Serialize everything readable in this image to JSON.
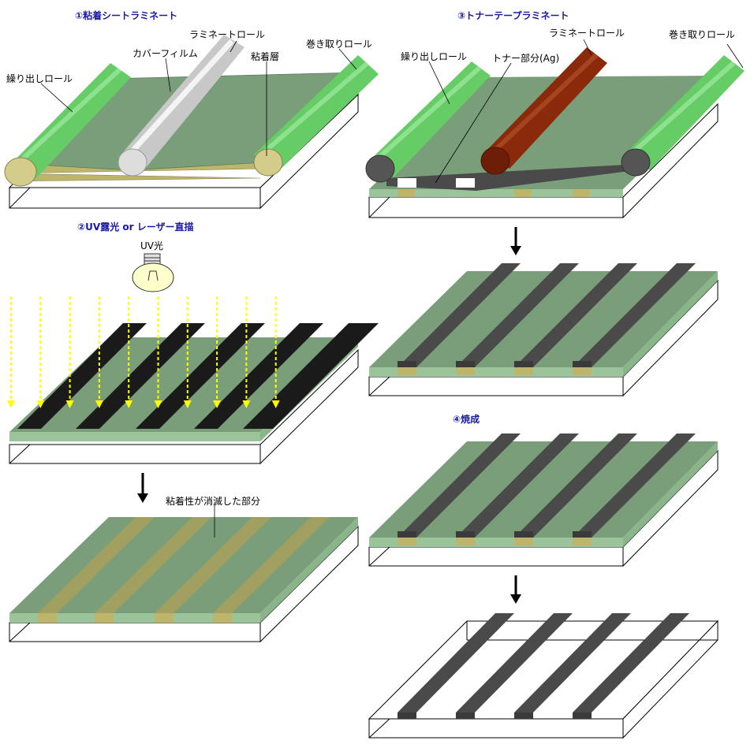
{
  "colors": {
    "film_green": "#7a9e7a",
    "film_edge": "#9bc49b",
    "adhesive_yellow": "#bdb56a",
    "stripe_khaki": "#a8a05c",
    "roll_green": "#66cc66",
    "roll_silver": "#c8c8c8",
    "roll_brown": "#8a2a0a",
    "toner_dark": "#4a4a4a",
    "mask_black": "#1a1a1a",
    "uv_yellow": "#ffff00",
    "title_blue": "#1a1aa0",
    "glass_edge": "#ffffff"
  },
  "step1": {
    "title": "①粘着シートラミネート",
    "labels": {
      "feed_roll": "繰り出しロール",
      "cover_film": "カバーフィルム",
      "laminate_roll": "ラミネートロール",
      "adhesive_layer": "粘着層",
      "takeup_roll": "巻き取りロール"
    }
  },
  "step2": {
    "title": "②UV露光 or レーザー直描",
    "lamp_label": "UV光",
    "arrow_count": 10
  },
  "step2b": {
    "label": "粘着性が消滅した部分"
  },
  "step3": {
    "title": "③トナーテープラミネート",
    "labels": {
      "laminate_roll": "ラミネートロール",
      "takeup_roll": "巻き取りロール",
      "feed_roll": "繰り出しロール",
      "toner_part": "トナー部分(Ag)"
    }
  },
  "step4": {
    "title": "④焼成"
  },
  "stripe_count": 4
}
